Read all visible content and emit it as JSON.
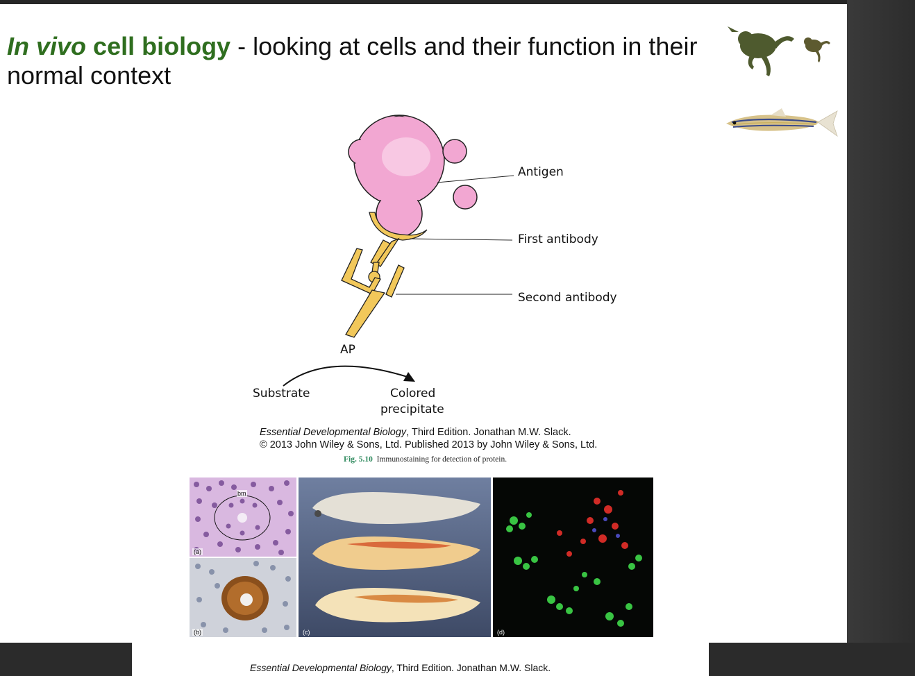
{
  "slide": {
    "title": {
      "part1": "In vivo",
      "part2": "cell biology",
      "part3": " - looking at cells and their function in their normal context"
    }
  },
  "diagram": {
    "labels": {
      "antigen": "Antigen",
      "first_antibody": "First antibody",
      "second_antibody": "Second antibody",
      "ap": "AP",
      "substrate": "Substrate",
      "colored": "Colored",
      "precipitate": "precipitate"
    },
    "colors": {
      "antigen": "#f2a7d2",
      "antibody": "#f2c85a",
      "title_green": "#2f6e1f"
    }
  },
  "citation": {
    "book": "Essential Developmental Biology",
    "rest": ", Third Edition. Jonathan M.W. Slack.",
    "line2": "© 2013 John Wiley & Sons, Ltd. Published 2013 by John Wiley & Sons, Ltd."
  },
  "figure": {
    "number": "Fig. 5.10",
    "caption": "Immunostaining for detection of protein."
  },
  "panels": {
    "a": {
      "tag": "(a)",
      "label": "bm"
    },
    "b": {
      "tag": "(b)"
    },
    "c": {
      "tag": "(c)"
    },
    "d": {
      "tag": "(d)"
    }
  },
  "bottom_slide": {
    "book": "Essential Developmental Biology",
    "rest": ", Third Edition. Jonathan M.W. Slack."
  }
}
